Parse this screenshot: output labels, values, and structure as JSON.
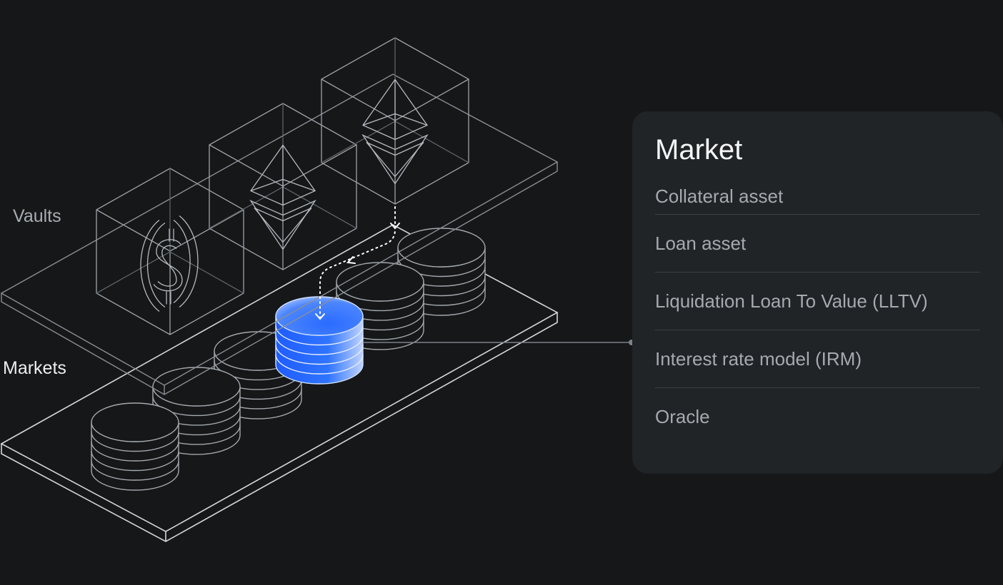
{
  "diagram": {
    "vaults_label": "Vaults",
    "markets_label": "Markets",
    "vault_icons": [
      "usdc-dollar-icon",
      "ethereum-icon",
      "ethereum-icon"
    ],
    "highlighted_market_color": "#2f6fff"
  },
  "panel": {
    "title": "Market",
    "items": [
      "Collateral asset",
      "Loan asset",
      "Liquidation Loan To Value (LLTV)",
      "Interest rate model (IRM)",
      "Oracle"
    ]
  },
  "colors": {
    "background": "#151719",
    "panel_background": "#202427",
    "line": "#8a8f94",
    "accent": "#2f6fff"
  }
}
